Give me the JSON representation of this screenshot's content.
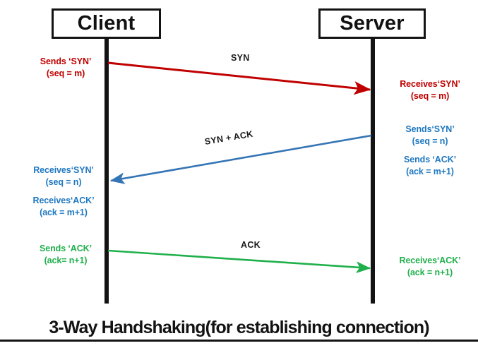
{
  "diagram": {
    "caption": "3-Way Handshaking(for establishing connection)",
    "colors": {
      "line": "#131313",
      "step1": "#C00000",
      "step2": "#1F78C1",
      "step3": "#20B04B"
    },
    "nodes": [
      {
        "id": "client",
        "label": "Client"
      },
      {
        "id": "server",
        "label": "Server"
      }
    ],
    "messages": [
      {
        "id": "syn",
        "label": "SYN",
        "from": "client",
        "to": "server",
        "color": "#C00000"
      },
      {
        "id": "synack",
        "label": "SYN + ACK",
        "from": "server",
        "to": "client",
        "color": "#1F78C1"
      },
      {
        "id": "ack",
        "label": "ACK",
        "from": "client",
        "to": "server",
        "color": "#20B04B"
      }
    ],
    "notes": {
      "client_syn": {
        "line1": "Sends ‘SYN’",
        "line2": "(seq = m)"
      },
      "server_syn": {
        "line1": "Receives‘SYN’",
        "line2": "(seq = m)"
      },
      "server_synack": {
        "line1": "Sends‘SYN’",
        "line2": "(seq = n)",
        "line3": "Sends ‘ACK’",
        "line4": "(ack = m+1)"
      },
      "client_synack": {
        "line1": "Receives‘SYN’",
        "line2": "(seq = n)",
        "line3": "Receives‘ACK’",
        "line4": "(ack = m+1)"
      },
      "client_ack": {
        "line1": "Sends ‘ACK’",
        "line2": "(ack= n+1)"
      },
      "server_ack": {
        "line1": "Receives‘ACK’",
        "line2": "(ack = n+1)"
      }
    }
  }
}
